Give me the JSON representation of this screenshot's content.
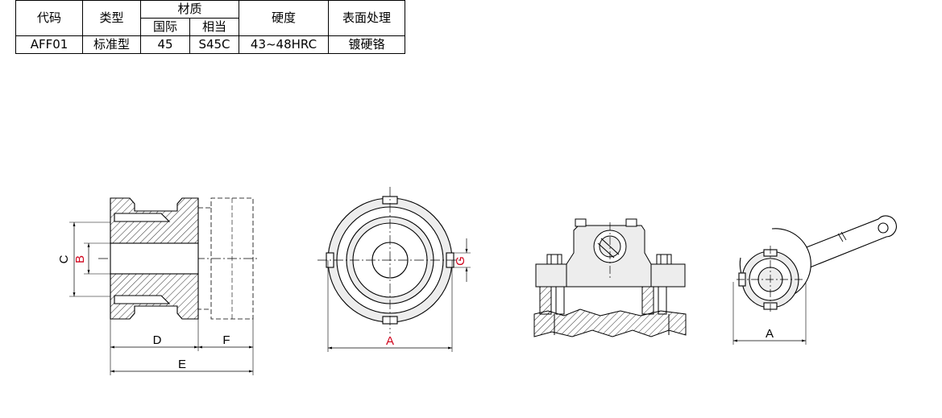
{
  "spec_table": {
    "headers": {
      "code": "代码",
      "type": "类型",
      "material": "材质",
      "material_intl": "国际",
      "material_equiv": "相当",
      "hardness": "硬度",
      "surface": "表面处理"
    },
    "row": {
      "code": "AFF01",
      "type": "标准型",
      "material_intl": "45",
      "material_equiv": "S45C",
      "hardness": "43~48HRC",
      "surface": "镀硬铬"
    }
  },
  "dimension_labels": {
    "section": {
      "C": "C",
      "B": "B",
      "D": "D",
      "F": "F",
      "E": "E"
    },
    "front": {
      "A": "A",
      "G": "G"
    },
    "wrench": {
      "A": "A"
    }
  },
  "colors": {
    "line": "#000000",
    "highlight_label": "#d0021b",
    "shading": "#e9e9e9"
  }
}
